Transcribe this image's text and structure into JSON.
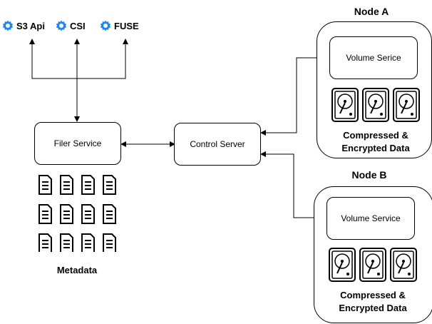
{
  "interfaces": [
    {
      "label": "S3 Api",
      "icon": "gear-icon"
    },
    {
      "label": "CSI",
      "icon": "gear-icon"
    },
    {
      "label": "FUSE",
      "icon": "gear-icon"
    }
  ],
  "filer": {
    "label": "Filer Service",
    "metadata_label": "Metadata",
    "doc_icon": "document-icon"
  },
  "control": {
    "label": "Control Server"
  },
  "nodes": [
    {
      "title": "Node A",
      "volume_label": "Volume Serice",
      "data_label_line1": "Compressed &",
      "data_label_line2": "Encrypted Data",
      "disk_icon": "hard-drive-icon"
    },
    {
      "title": "Node B",
      "volume_label": "Volume Service",
      "data_label_line1": "Compressed &",
      "data_label_line2": "Encrypted Data",
      "disk_icon": "hard-drive-icon"
    }
  ],
  "colors": {
    "gear": "#1e88e5",
    "stroke": "#000000"
  }
}
